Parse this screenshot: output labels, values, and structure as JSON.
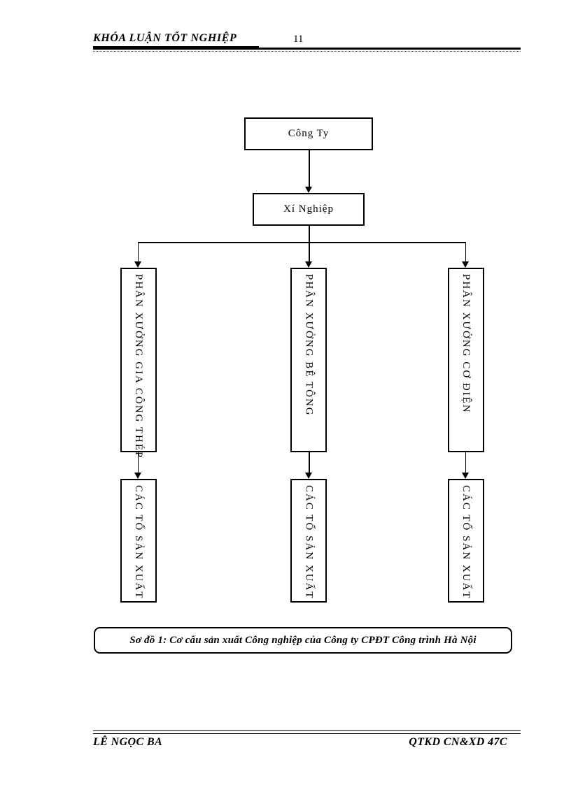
{
  "header": {
    "title": "KHÓA LUẬN TỐT NGHIỆP",
    "page_number": "11"
  },
  "diagram": {
    "root_label": "Công Ty",
    "unit_label": "Xí Nghiệp",
    "columns": [
      {
        "workshop": "PHÂN XƯỞNG GIA CÔNG THÉP",
        "team": "CÁC TỔ SẢN XUẤT"
      },
      {
        "workshop": "PHÂN XƯỞNG BÊ TÔNG",
        "team": "CÁC TỔ SẢN XUẤT"
      },
      {
        "workshop": "PHÂN XƯỞNG CƠ ĐIỆN",
        "team": "CÁC TỔ SẢN XUẤT"
      }
    ],
    "caption": "Sơ đồ 1: Cơ cấu sản xuất Công nghiệp của Công ty CPĐT Công trình Hà Nội"
  },
  "footer": {
    "left": "LÊ NGỌC BA",
    "right": "QTKD CN&XD 47C"
  },
  "colors": {
    "ink": "#000000",
    "paper": "#ffffff"
  }
}
